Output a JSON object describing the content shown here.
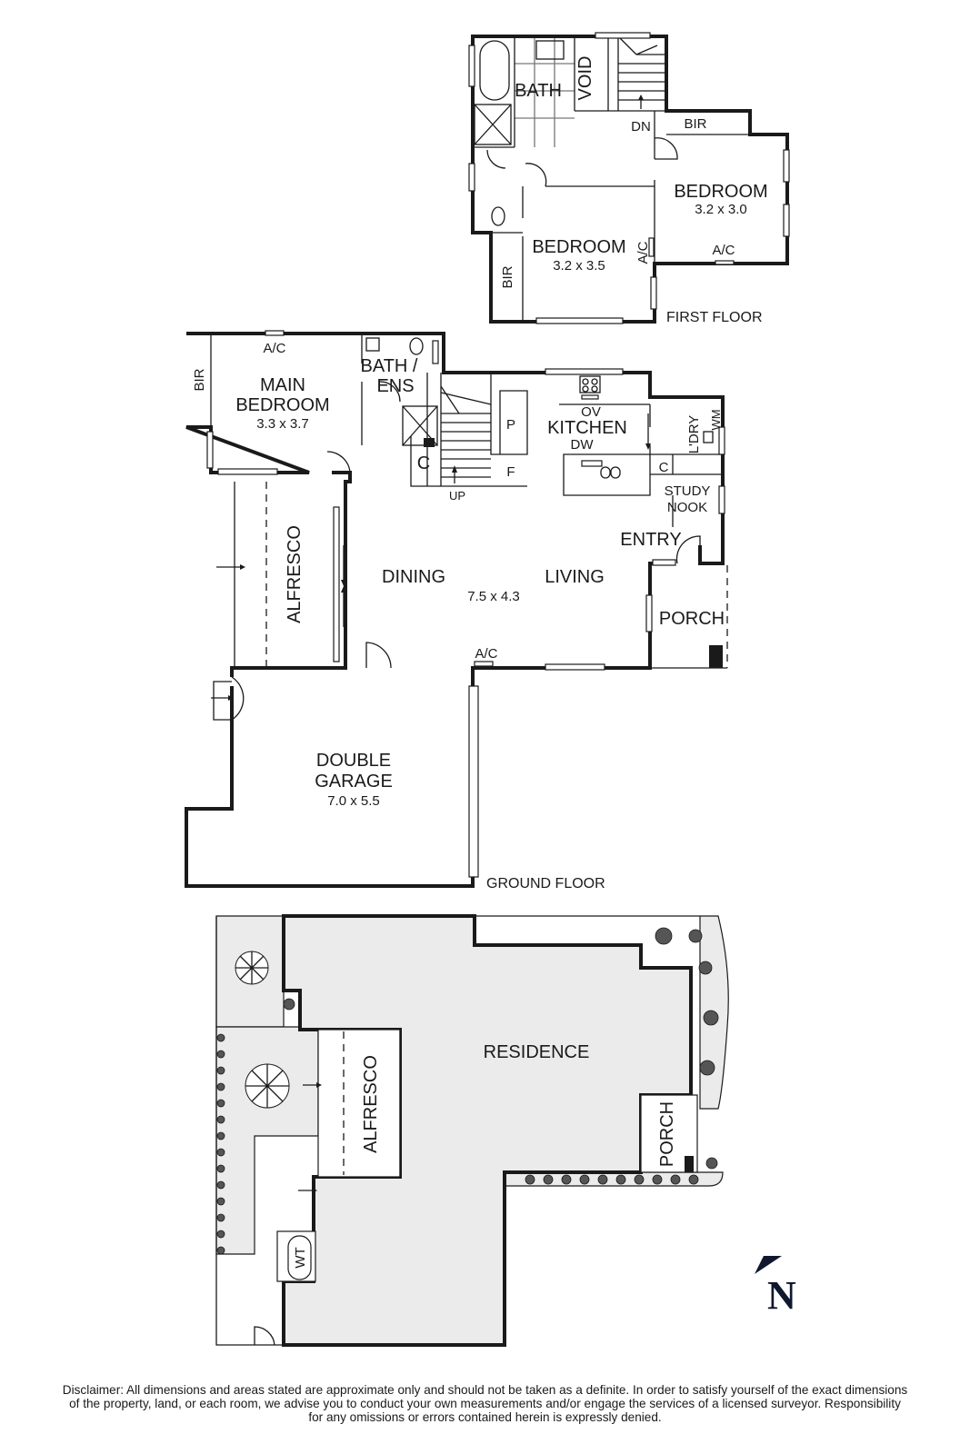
{
  "first_floor": {
    "title": "FIRST FLOOR",
    "rooms": [
      {
        "name": "BATH"
      },
      {
        "name": "VOID"
      },
      {
        "name": "BIR",
        "id": "bir-bedroom-2"
      },
      {
        "name": "BEDROOM",
        "size": "3.2 x 3.0"
      },
      {
        "name": "BEDROOM",
        "size": "3.2 x 3.5"
      },
      {
        "name": "BIR",
        "id": "bir-bedroom-3"
      }
    ],
    "labels": {
      "stairs": "DN",
      "ac_1": "A/C",
      "ac_2": "A/C"
    }
  },
  "ground_floor": {
    "title": "GROUND FLOOR",
    "rooms": [
      {
        "name": "MAIN BEDROOM",
        "line1": "MAIN",
        "line2": "BEDROOM",
        "size": "3.3 x 3.7"
      },
      {
        "name": "BIR"
      },
      {
        "name": "BATH / ENS",
        "line1": "BATH /",
        "line2": "ENS"
      },
      {
        "name": "KITCHEN"
      },
      {
        "name": "L'DRY"
      },
      {
        "name": "STUDY NOOK",
        "line1": "STUDY",
        "line2": "NOOK"
      },
      {
        "name": "ENTRY"
      },
      {
        "name": "DINING"
      },
      {
        "name": "LIVING"
      },
      {
        "name": "ALFRESCO"
      },
      {
        "name": "PORCH"
      },
      {
        "name": "DOUBLE GARAGE",
        "line1": "DOUBLE",
        "line2": "GARAGE",
        "size": "7.0 x 5.5"
      }
    ],
    "dining_living_size": "7.5 x 4.3",
    "labels": {
      "ac_main": "A/C",
      "ac_dining": "A/C",
      "oven": "OV",
      "dishwasher": "DW",
      "pantry": "P",
      "fridge": "F",
      "cupboard_1": "C",
      "cupboard_2": "C",
      "washing_machine": "WM",
      "stairs": "UP"
    }
  },
  "site_plan": {
    "residence": "RESIDENCE",
    "alfresco": "ALFRESCO",
    "porch": "PORCH",
    "water_tank": "WT"
  },
  "compass": {
    "letter": "N"
  },
  "disclaimer": {
    "line1": "Disclaimer: All dimensions and areas stated are approximate only and should not be taken as a definite. In order to satisfy yourself of the exact dimensions",
    "line2": "of the property, land, or each room, we advise you to conduct your own measurements and/or engage the services of a licensed surveyor. Responsibility",
    "line3": "for any omissions or errors contained herein is expressly denied."
  },
  "colors": {
    "wall": "#1a1a1a",
    "site_fill": "#ebebeb",
    "compass": "#101830"
  }
}
